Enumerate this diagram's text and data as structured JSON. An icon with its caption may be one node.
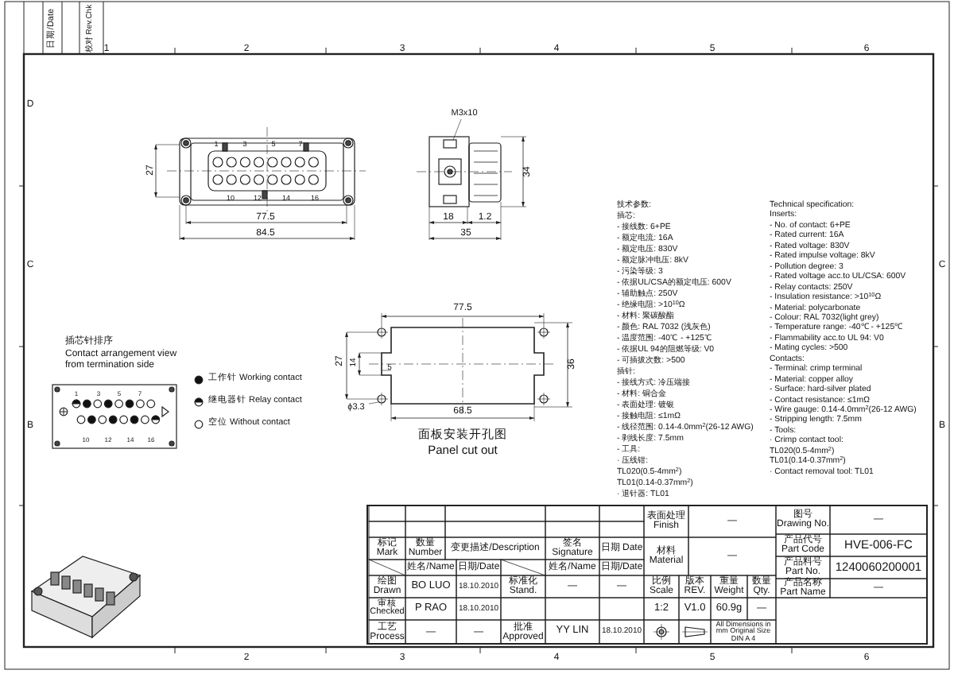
{
  "diagram": {
    "labels": [
      "1",
      "2",
      "3",
      "4",
      "5",
      "6",
      "日期/Date",
      "校对 Rev.Chk",
      "D",
      "C",
      "B",
      "C",
      "B",
      "1",
      "3",
      "5",
      "7",
      "10",
      "12",
      "14",
      "16",
      "27",
      "77.5",
      "84.5",
      "M3x10",
      "34",
      "18",
      "1.2",
      "35",
      "77.5",
      "27",
      "14",
      "5",
      "36",
      "ϕ3.3",
      "68.5",
      "面板安装开孔图",
      "Panel cut out",
      "插芯针排序",
      "Contact arrangement view from termination side",
      "1",
      "3",
      "5",
      "7",
      "10",
      "12",
      "14",
      "16",
      "技术参数:",
      "插芯:",
      "- 接线数: 6+PE",
      "- 额定电流: 16A",
      "- 额定电压: 830V",
      "- 额定脉冲电压: 8kV",
      "- 污染等级: 3",
      "- 依据UL/CSA的额定电压: 600V",
      "- 辅助触点: 250V",
      "- 绝缘电阻: >10$^{10}$Ω",
      "- 材料: 聚碳酸酯",
      "- 颜色: RAL 7032 (浅灰色)",
      "- 温度范围: -40℃ - +125℃",
      "- 依据UL 94的阻燃等级: V0",
      "- 可插拔次数: >500",
      "插针:",
      "- 接线方式: 冷压端接",
      "- 材料: 铜合金",
      "- 表面处理: 镀银",
      "- 接触电阻: ≤1mΩ",
      "- 线径范围: 0.14-4.0mm$^{2}$(26-12 AWG)",
      "- 剥线长度: 7.5mm",
      "- 工具:",
      "· 压线钳:",
      "TL020(0.5-4mm$^{2}$)",
      "TL01(0.14-0.37mm$^{2}$)",
      "· 退针器: TL01",
      "Technical specification:",
      "Inserts:",
      "- No. of contact: 6+PE",
      "- Rated current: 16A",
      "- Rated voltage: 830V",
      "- Rated impulse voltage: 8kV",
      "- Pollution degree: 3",
      "- Rated voltage acc.to UL/CSA: 600V",
      "- Relay contacts: 250V",
      "- Insulation resistance: >10$^{10}$Ω",
      "- Material: polycarbonate",
      "- Colour: RAL 7032(light grey)",
      "- Temperature range: -40℃ - +125℃",
      "- Flammability acc.to UL 94: V0",
      "- Mating cycles: >500",
      "Contacts:",
      "- Terminal: crimp terminal",
      "- Material: copper alloy",
      "- Surface: hard-silver plated",
      "- Contact resistance: ≤1mΩ",
      "- Wire gauge: 0.14-4.0mm$^{2}$(26-12 AWG)",
      "- Stripping length: 7.5mm",
      "- Tools:",
      "· Crimp contact tool:",
      "TL020(0.5-4mm$^{2}$)",
      "TL01(0.14-0.37mm$^{2}$)",
      "· Contact removal tool: TL01",
      "表面处理 Finish",
      "—",
      "图号 Drawing No.",
      "—",
      "材料 Material",
      "—",
      "产品代号 Part Code",
      "HVE-006-FC",
      "产品料号 Part No.",
      "1240060200001",
      "标记 Mark",
      "数量 Number",
      "变更描述/Description",
      "签名 Signature",
      "日期 Date",
      "姓名/Name",
      "日期/Date",
      "姓名/Name",
      "日期/Date",
      "绘图 Drawn",
      "BO LUO",
      "18.10.2010",
      "标准化 Stand.",
      "—",
      "—",
      "比例 Scale",
      "版本 REV.",
      "重量 Weight",
      "数量 Qty.",
      "产品名称 Part Name",
      "—",
      "审核 Checked",
      "P RAO",
      "18.10.2010",
      "1:2",
      "V1.0",
      "60.9g",
      "—",
      "工艺 Process",
      "—",
      "—",
      "批准 Approved",
      "YY LIN",
      "18.10.2010",
      "All Dimensions in mm Original Size DIN A 4",
      "2",
      "3",
      "4",
      "5",
      "6"
    ],
    "legend": [
      {
        "text": "工作针 Working contact"
      },
      {
        "text": "继电器针 Relay contact"
      },
      {
        "text": "空位 Without contact"
      }
    ]
  }
}
